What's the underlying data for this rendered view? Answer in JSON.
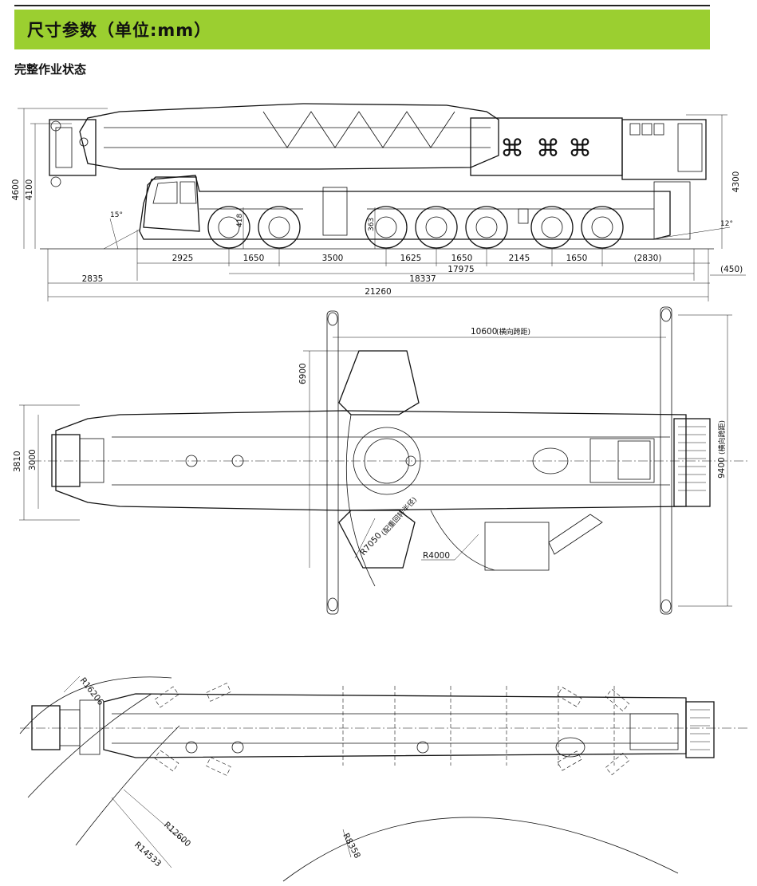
{
  "header": {
    "title": "尺寸参数（单位:mm）",
    "subtitle": "完整作业状态"
  },
  "side_view": {
    "overall_heights": [
      "4600",
      "4100",
      "4300"
    ],
    "approach_angle": "15°",
    "departure_angle": "12°",
    "axle_labels": [
      "418",
      "363"
    ],
    "axle_spacings": [
      "2925",
      "1650",
      "3500",
      "1625",
      "1650",
      "2145",
      "1650",
      "(2830)"
    ],
    "lengths": [
      "17975",
      "18337",
      "21260",
      "2835",
      "(450)"
    ]
  },
  "top_view": {
    "outrigger_span_long": "10600",
    "outrigger_span_long_note": "(横向跨距)",
    "front_outrigger": "6900",
    "widths": [
      "3810",
      "3000"
    ],
    "outrigger_span_transverse": "9400",
    "outrigger_span_transverse_note": "(横向跨距)",
    "tail_radius": "R7050",
    "tail_radius_note": "(配重回转半径)",
    "counterweight_radius": "R4000"
  },
  "turning_view": {
    "radii": [
      "R16206",
      "R12600",
      "R14533",
      "R8358"
    ]
  }
}
